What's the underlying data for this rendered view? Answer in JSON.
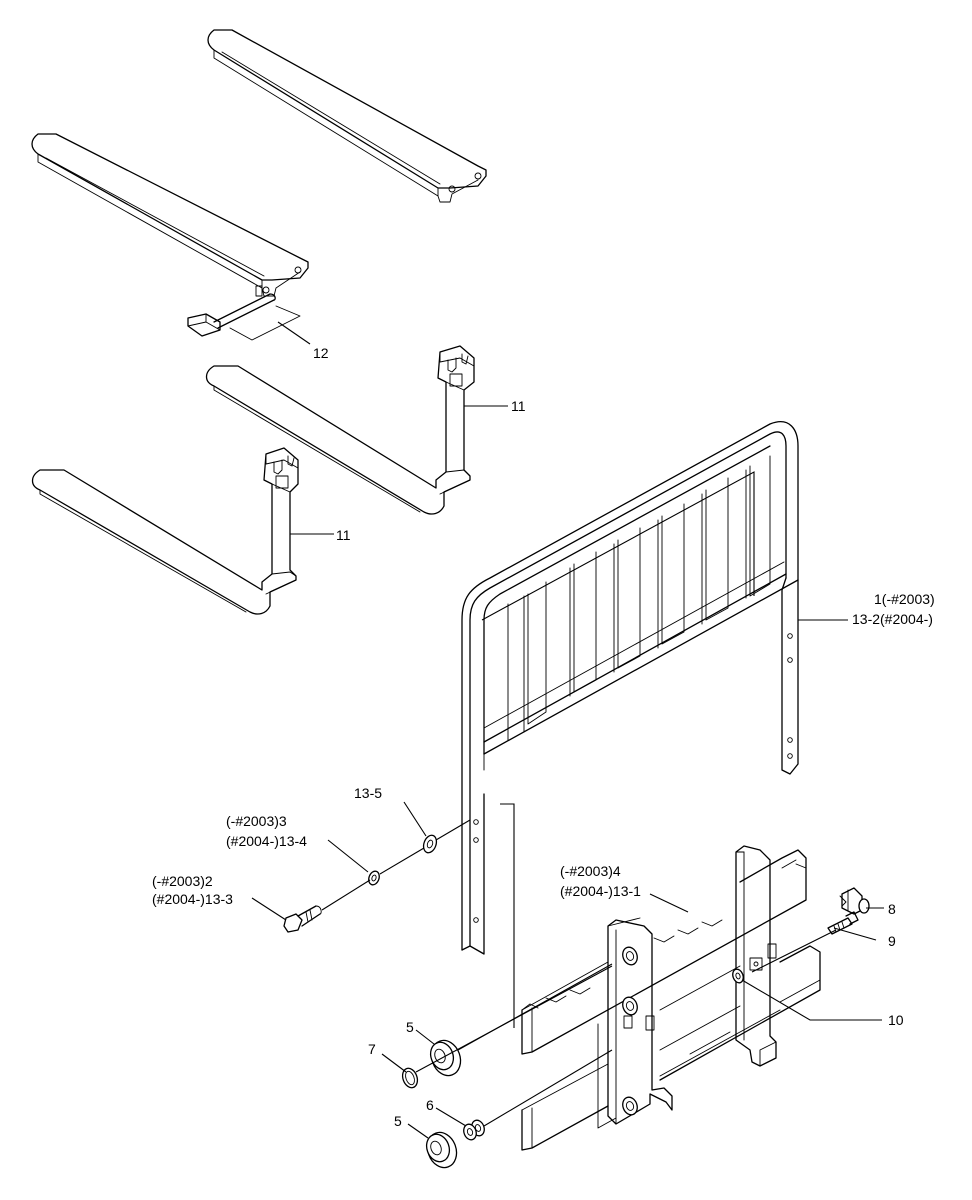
{
  "callouts": {
    "c12": "12",
    "c11a": "11",
    "c11b": "11",
    "c1_line1": "1(-#2003)",
    "c1_line2": "13-2(#2004-)",
    "c13_5": "13-5",
    "c3_line1": "(-#2003)3",
    "c3_line2": "(#2004-)13-4",
    "c2_line1": "(-#2003)2",
    "c2_line2": "(#2004-)13-3",
    "c4_line1": "(-#2003)4",
    "c4_line2": "(#2004-)13-1",
    "c8": "8",
    "c9": "9",
    "c10": "10",
    "c5a": "5",
    "c7": "7",
    "c6": "6",
    "c5b": "5"
  }
}
